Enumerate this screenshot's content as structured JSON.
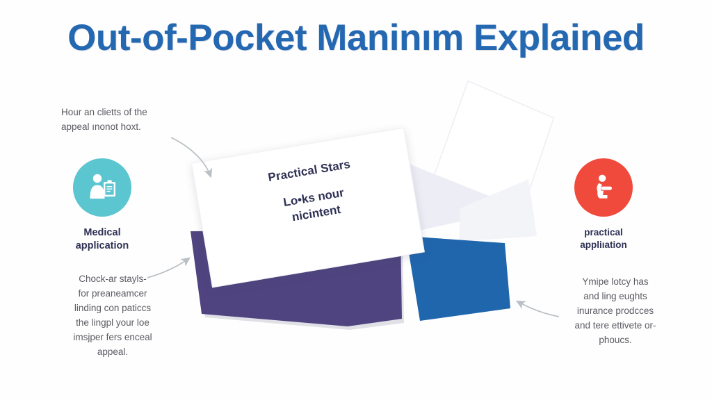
{
  "page": {
    "title": "Out-of-Pocket Maninım Explained",
    "background_color": "#fefefe",
    "title_color": "#2568B2"
  },
  "center_card": {
    "heading": "Practical Stars",
    "line1": "Lo•ks nour",
    "line2": "nicintent"
  },
  "badges": [
    {
      "id": "medical",
      "icon": "person-clipboard-icon",
      "color": "#5BC5D0",
      "label_line1": "Medical",
      "label_line2": "application"
    },
    {
      "id": "practical",
      "icon": "seated-person-icon",
      "color": "#F04A3C",
      "label_line1": "practical",
      "label_line2": "appliıation"
    }
  ],
  "notes": {
    "top_left": {
      "line1": "Hour an clietts of the",
      "line2": "appeal ınonot hoxt."
    },
    "bottom_left": {
      "line1": "Chock-ar stayls-",
      "line2": "for preaneamcer",
      "line3": "linding con paticcs",
      "line4": "the lingpl your loe",
      "line5": "imsjper fers enceal",
      "line6": "appeal."
    },
    "bottom_right": {
      "line1": "Ymipe lotcy has",
      "line2": "and ling eughts",
      "line3": "inurance prodcces",
      "line4": "and tere ettivete or-",
      "line5": "phoucs."
    }
  },
  "shapes": {
    "purple_color": "#4F447F",
    "blue_color": "#1F66AD",
    "wedge_color": "#EDEEF5",
    "outline_card_color": "#F3F4F8",
    "arrow_color": "#B9BFC4"
  }
}
